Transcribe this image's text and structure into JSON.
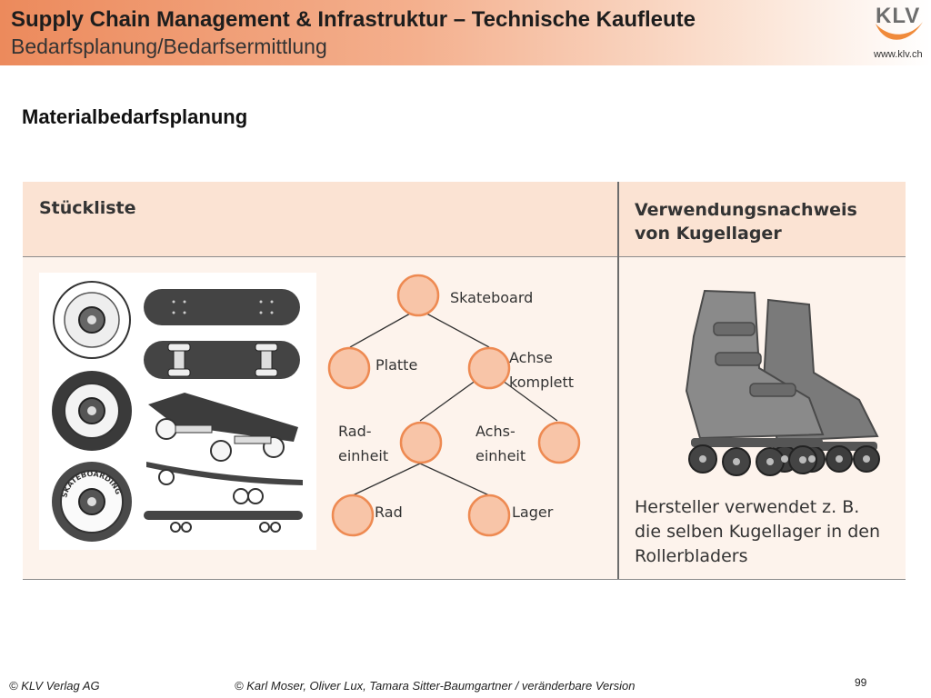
{
  "header": {
    "title": "Supply Chain Management & Infrastruktur – Technische Kaufleute",
    "subtitle": "Bedarfsplanung/Bedarfsermittlung",
    "logo_text": "KLV",
    "logo_url": "www.klv.ch"
  },
  "page_heading": "Materialbedarfsplanung",
  "panel": {
    "left_header": "Stückliste",
    "right_header": "Verwendungsnachweis von Kugellager",
    "tree": {
      "root": "Skateboard",
      "platte": "Platte",
      "achse_line1": "Achse",
      "achse_line2": "komplett",
      "rad_einheit_line1": "Rad-",
      "rad_einheit_line2": "einheit",
      "achs_einheit_line1": "Achs-",
      "achs_einheit_line2": "einheit",
      "rad": "Rad",
      "lager": "Lager"
    },
    "caption_lines": [
      "Hersteller verwendet z. B.",
      "die selben Kugellager in den",
      "Rollerbladers"
    ],
    "skateboard_print": "SKATEBOARDING"
  },
  "footer": {
    "left": "© KLV Verlag AG",
    "center": "© Karl Moser, Oliver Lux, Tamara Sitter-Baumgartner / veränderbare Version",
    "page_number": "99"
  },
  "colors": {
    "accent": "#ec8a5c",
    "node_fill": "#f8c5a8",
    "node_stroke": "#ee8a52",
    "panel_bg": "#fdf3ec",
    "panel_head_bg": "#fbe3d3"
  }
}
